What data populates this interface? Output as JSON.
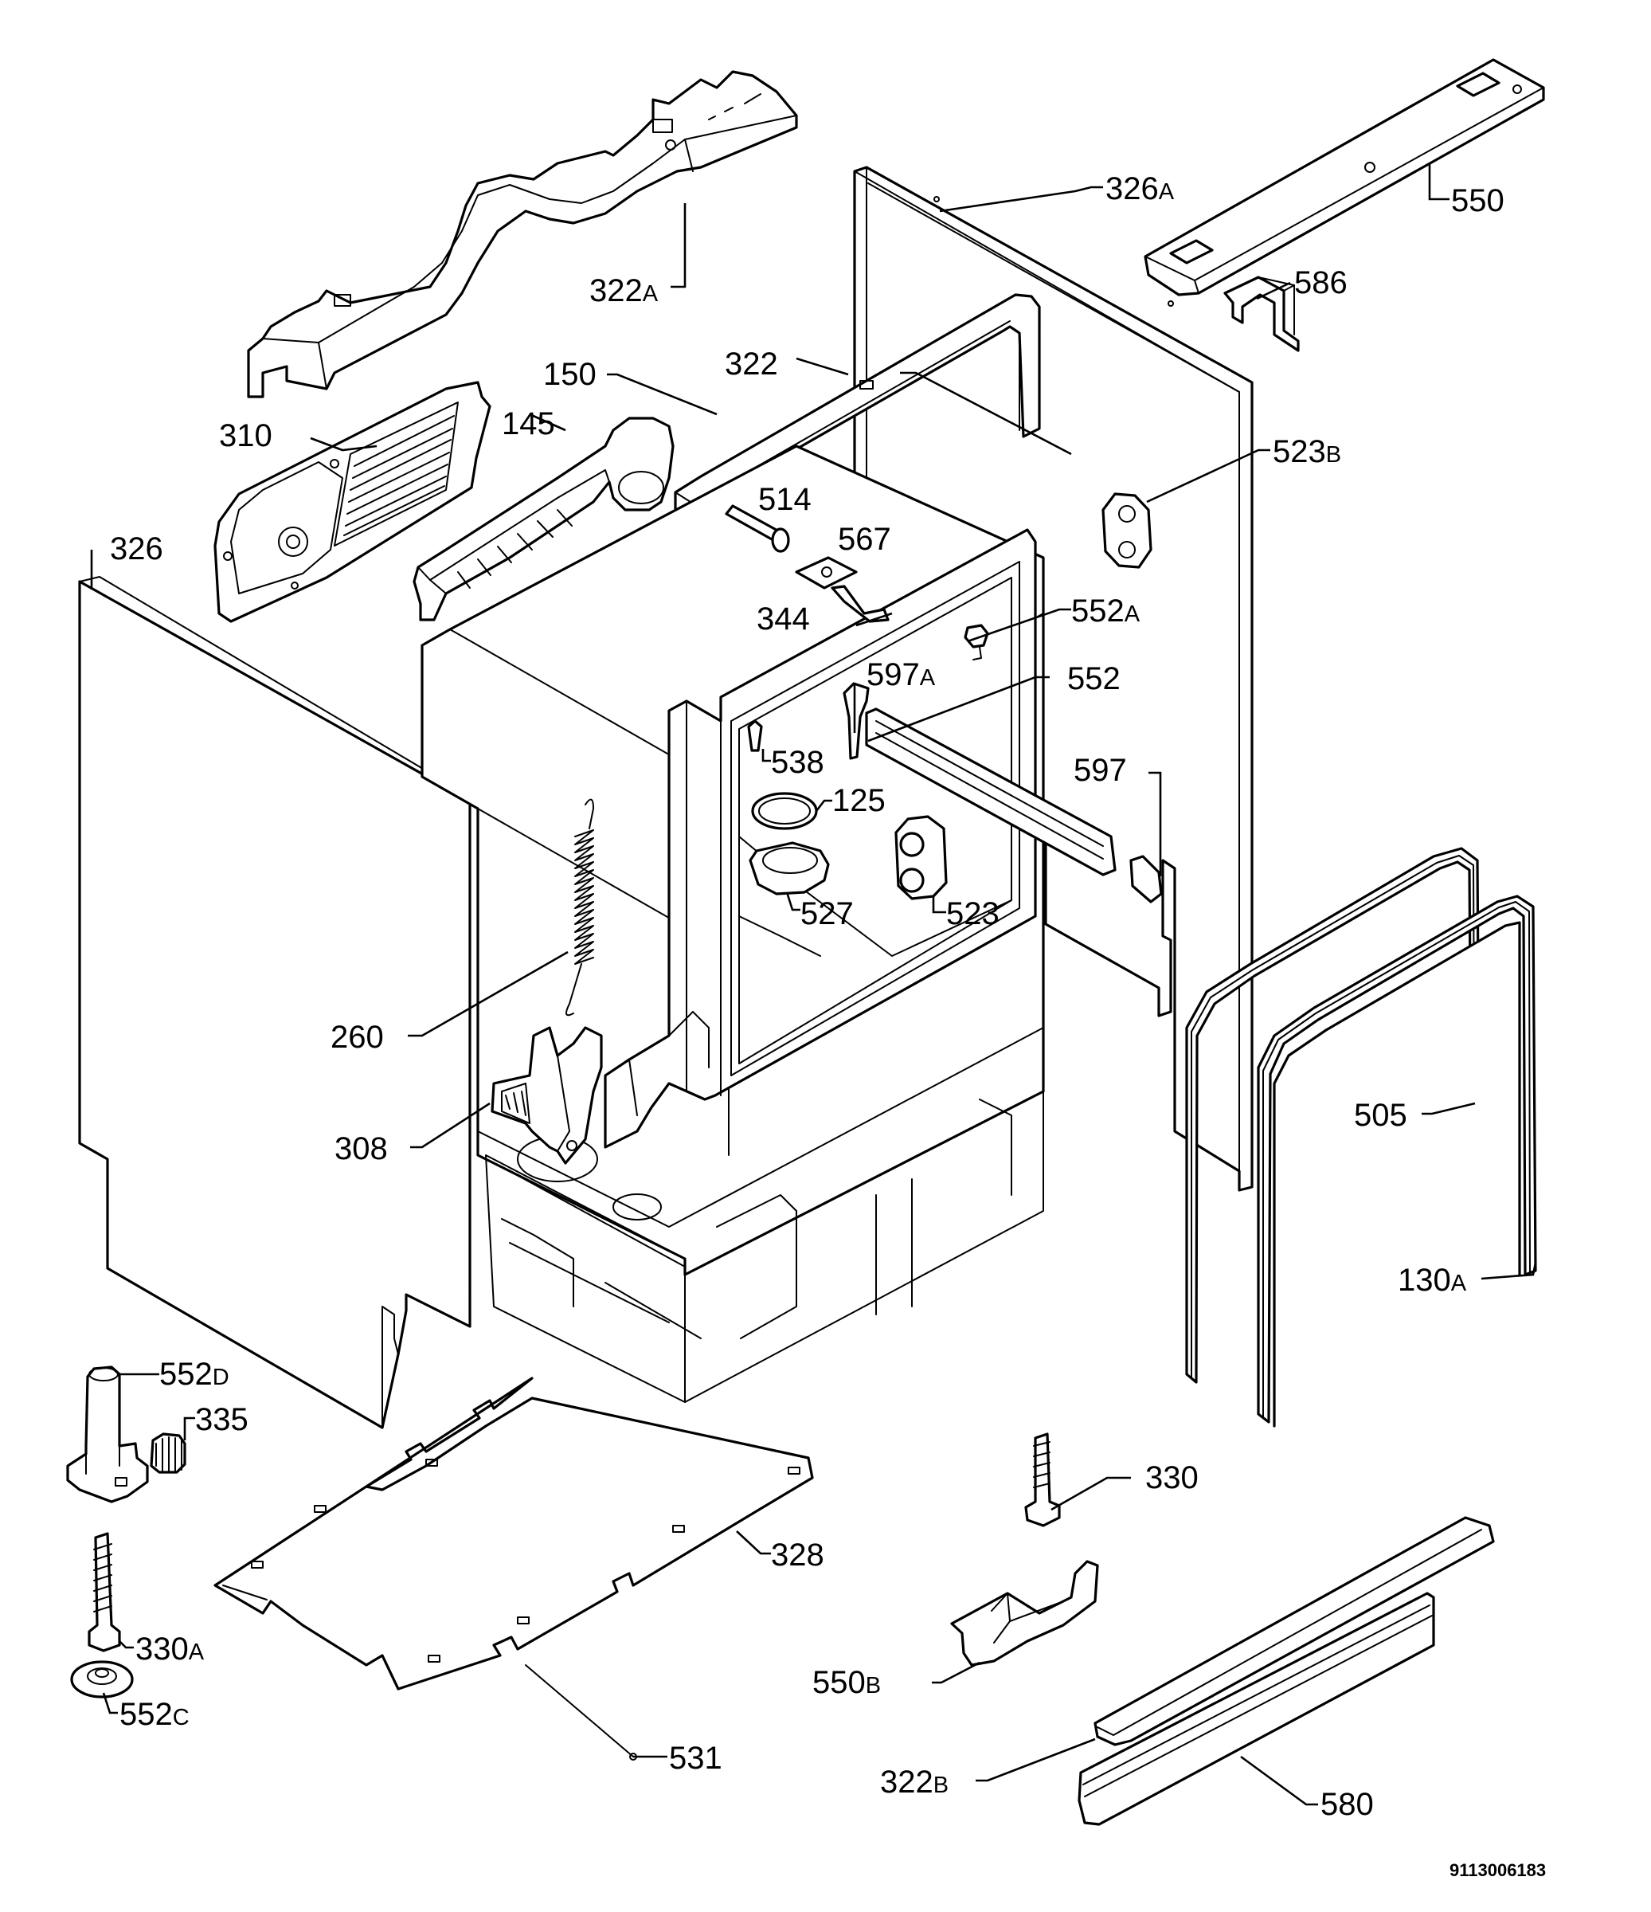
{
  "diagram": {
    "document_number": "9113006183",
    "labels": {
      "l322a": {
        "num": "322",
        "suffix": "A"
      },
      "l326a": {
        "num": "326",
        "suffix": "A"
      },
      "l550": {
        "num": "550",
        "suffix": ""
      },
      "l586": {
        "num": "586",
        "suffix": ""
      },
      "l150": {
        "num": "150",
        "suffix": ""
      },
      "l322": {
        "num": "322",
        "suffix": ""
      },
      "l310": {
        "num": "310",
        "suffix": ""
      },
      "l145": {
        "num": "145",
        "suffix": ""
      },
      "l523b": {
        "num": "523",
        "suffix": "B"
      },
      "l514": {
        "num": "514",
        "suffix": ""
      },
      "l567": {
        "num": "567",
        "suffix": ""
      },
      "l326": {
        "num": "326",
        "suffix": ""
      },
      "l344": {
        "num": "344",
        "suffix": ""
      },
      "l552a": {
        "num": "552",
        "suffix": "A"
      },
      "l597a": {
        "num": "597",
        "suffix": "A"
      },
      "l552": {
        "num": "552",
        "suffix": ""
      },
      "l538": {
        "num": "538",
        "suffix": ""
      },
      "l597": {
        "num": "597",
        "suffix": ""
      },
      "l125": {
        "num": "125",
        "suffix": ""
      },
      "l527": {
        "num": "527",
        "suffix": ""
      },
      "l523": {
        "num": "523",
        "suffix": ""
      },
      "l260": {
        "num": "260",
        "suffix": ""
      },
      "l505": {
        "num": "505",
        "suffix": ""
      },
      "l308": {
        "num": "308",
        "suffix": ""
      },
      "l130a": {
        "num": "130",
        "suffix": "A"
      },
      "l552d": {
        "num": "552",
        "suffix": "D"
      },
      "l335": {
        "num": "335",
        "suffix": ""
      },
      "l330": {
        "num": "330",
        "suffix": ""
      },
      "l328": {
        "num": "328",
        "suffix": ""
      },
      "l330a": {
        "num": "330",
        "suffix": "A"
      },
      "l550b": {
        "num": "550",
        "suffix": "B"
      },
      "l552c": {
        "num": "552",
        "suffix": "C"
      },
      "l531": {
        "num": "531",
        "suffix": ""
      },
      "l322b": {
        "num": "322",
        "suffix": "B"
      },
      "l580": {
        "num": "580",
        "suffix": ""
      }
    }
  }
}
